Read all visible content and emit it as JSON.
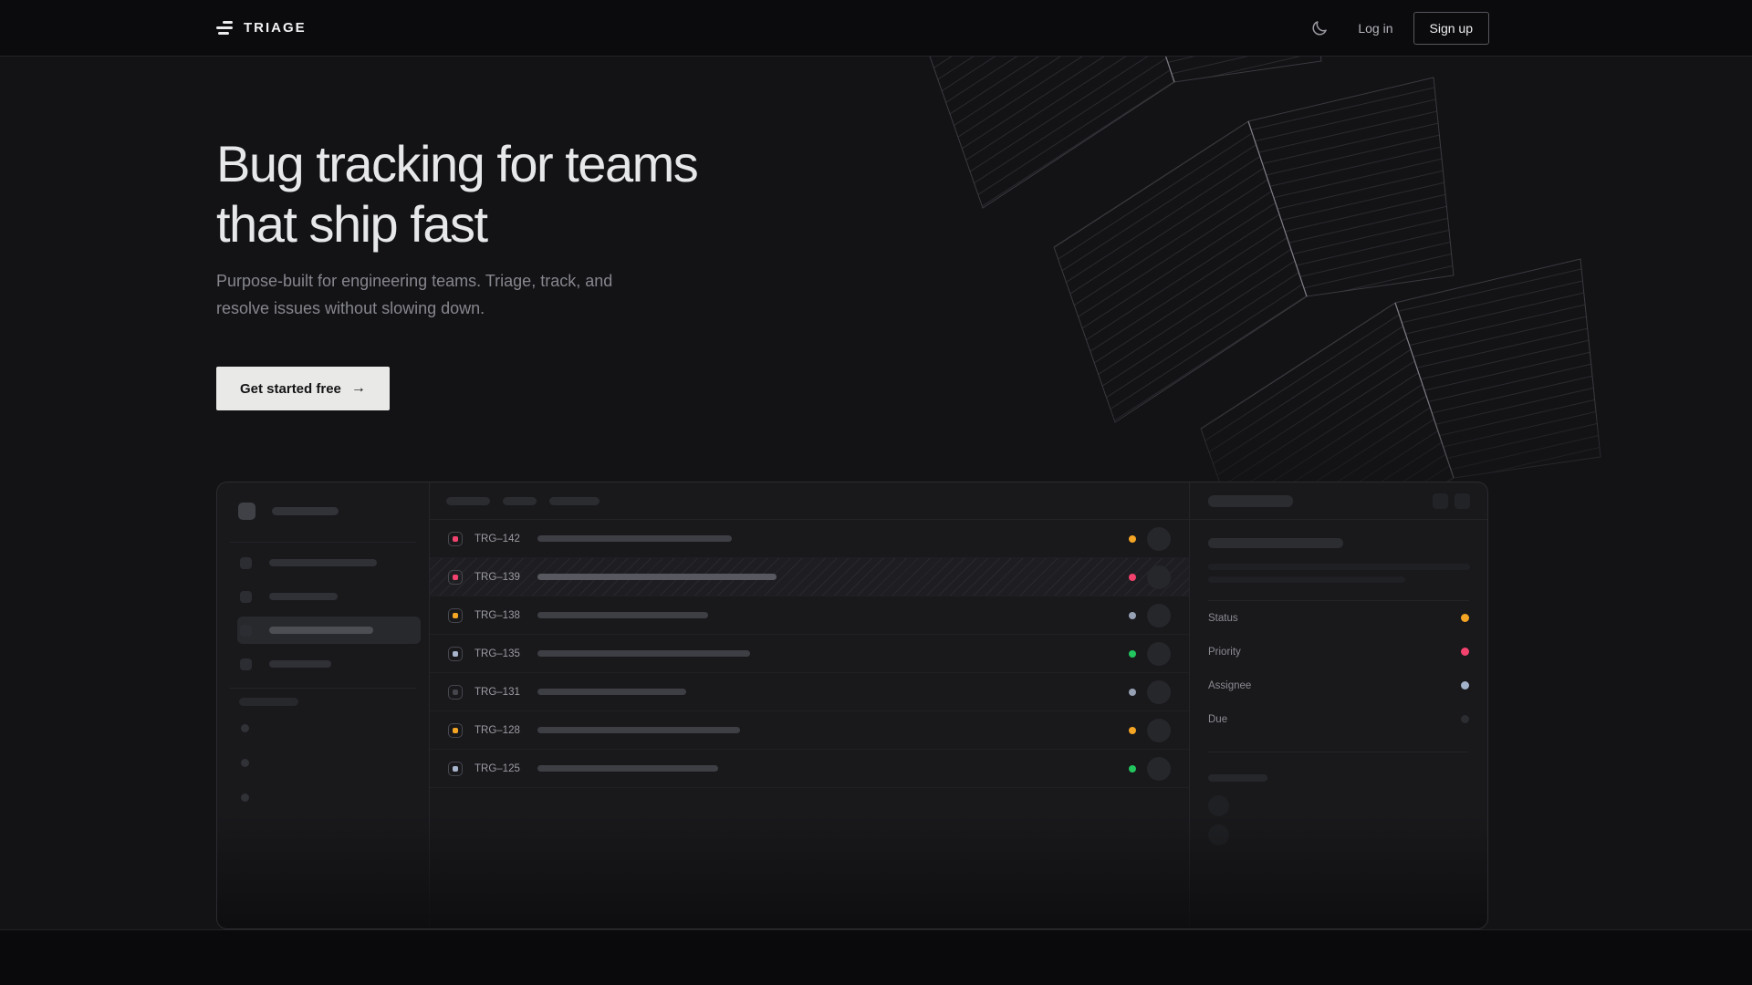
{
  "navbar": {
    "brand": "TRIAGE",
    "login_label": "Log in",
    "signup_label": "Sign up"
  },
  "hero": {
    "title_line1": "Bug tracking for teams",
    "title_line2": "that ship fast",
    "subtitle_line1": "Purpose-built for engineering teams. Triage, track, and",
    "subtitle_line2": "resolve issues without slowing down.",
    "cta_label": "Get started free",
    "cta_arrow": "→"
  },
  "app_mockup": {
    "issues": [
      {
        "id": "TRG–142",
        "type_color": "#f3426e",
        "status_color": "#f5a524",
        "selected": false
      },
      {
        "id": "TRG–139",
        "type_color": "#f3426e",
        "status_color": "#f3426e",
        "selected": true
      },
      {
        "id": "TRG–138",
        "type_color": "#f5a524",
        "status_color": "#96a1b4",
        "selected": false
      },
      {
        "id": "TRG–135",
        "type_color": "#a7b6cc",
        "status_color": "#22c55e",
        "selected": false
      },
      {
        "id": "TRG–131",
        "type_color": "#45464c",
        "status_color": "#96a1b4",
        "selected": false
      },
      {
        "id": "TRG–128",
        "type_color": "#f5a524",
        "status_color": "#f5a524",
        "selected": false
      },
      {
        "id": "TRG–125",
        "type_color": "#a7b6cc",
        "status_color": "#22c55e",
        "selected": false
      }
    ],
    "detail_fields": [
      {
        "label": "Status",
        "value_color": "#f5a524"
      },
      {
        "label": "Priority",
        "value_color": "#f3426e"
      },
      {
        "label": "Assignee",
        "value_color": "#a3b3c9"
      },
      {
        "label": "Due",
        "value_color": "#2c2d31"
      }
    ]
  },
  "colors": {
    "accent_amber": "#f5a524",
    "accent_rose": "#f3426e",
    "accent_green": "#22c55e",
    "accent_slate": "#96a1b4",
    "cta_background": "#e9e9e7",
    "page_background": "#131316"
  }
}
